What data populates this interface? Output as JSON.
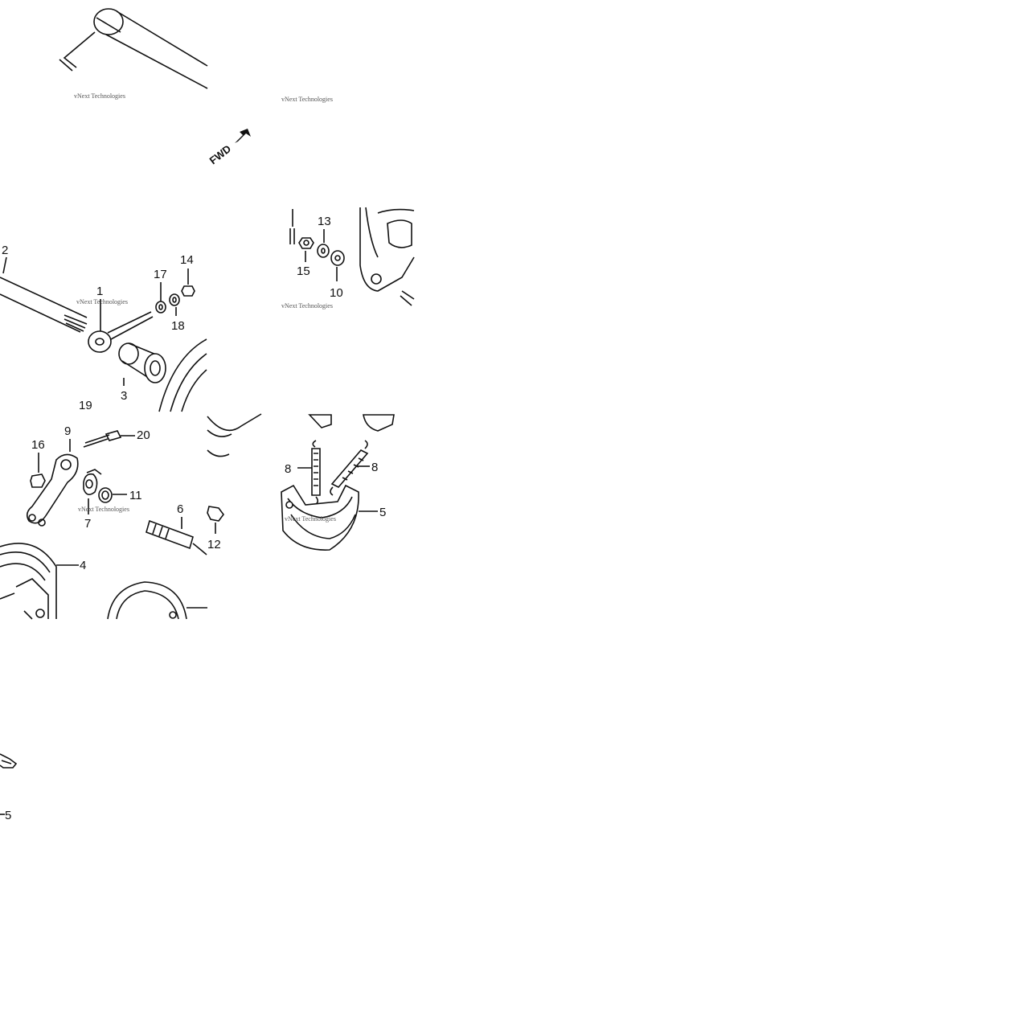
{
  "watermark": "vNext Technologies",
  "fwd_label": "FWD",
  "callouts": {
    "c1": "1",
    "c2": "2",
    "c3": "3",
    "c4": "4",
    "c5": "5",
    "c5b": "5",
    "c6": "6",
    "c7": "7",
    "c8a": "8",
    "c8b": "8",
    "c9": "9",
    "c10": "10",
    "c11": "11",
    "c12": "12",
    "c13": "13",
    "c14": "14",
    "c15": "15",
    "c16": "16",
    "c17": "17",
    "c18": "18",
    "c19": "19",
    "c20": "20"
  }
}
